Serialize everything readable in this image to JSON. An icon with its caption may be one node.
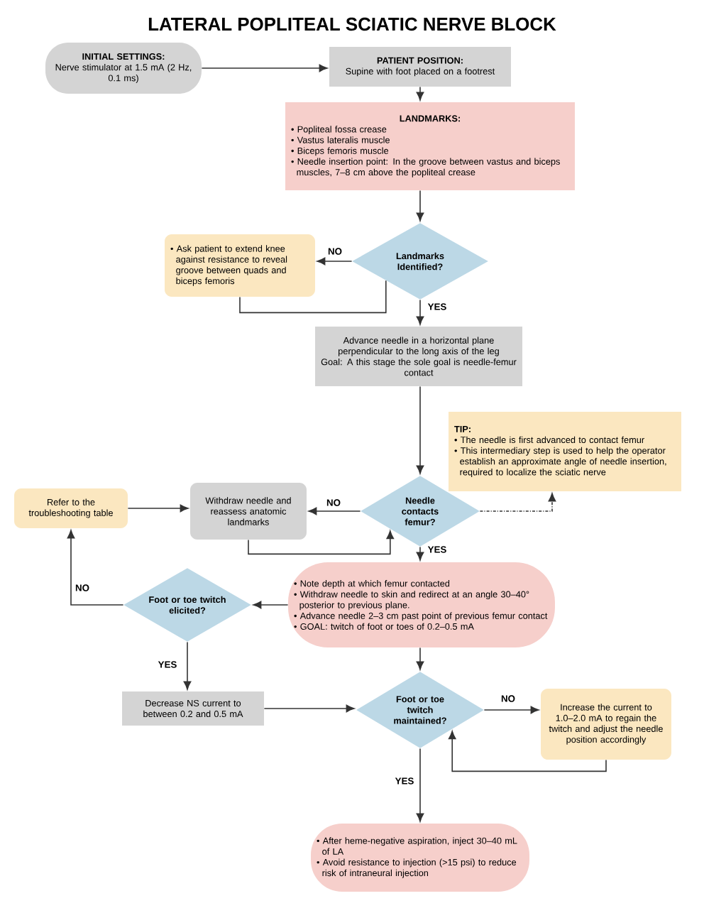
{
  "diagram": {
    "title": "LATERAL POPLITEAL SCIATIC NERVE BLOCK",
    "nodes": [
      {
        "text": [
          "INITIAL SETTINGS:",
          "Nerve stimulator at 1.5 mA (2 Hz, 0.1 ms)"
        ]
      },
      {
        "text": [
          "PATIENT POSITION:",
          "Supine with foot placed on a footrest"
        ]
      },
      {
        "text": [
          "LANDMARKS:",
          "• Popliteal fossa crease",
          "• Vastus lateralis muscle",
          "• Biceps femoris muscle",
          "• Needle insertion point: In the groove between vastus and biceps muscles, 7–8  cm above the popliteal crease"
        ]
      },
      {
        "text": [
          "Landmarks Identified?"
        ]
      },
      {
        "text": [
          "• Ask patient to extend knee against resistance to reveal groove between quads and biceps femoris"
        ]
      },
      {
        "text": [
          "Advance needle in a horizontal plane perpendicular to the long axis of the leg",
          "Goal: A this stage the sole goal is needle-femur contact"
        ]
      },
      {
        "text": [
          "TIP:",
          "• The needle is first advanced to contact femur",
          "• This intermediary step is used to help the operator establish an approximate angle of needle insertion, required to localize the sciatic nerve"
        ]
      },
      {
        "text": [
          "Needle contacts femur?"
        ]
      },
      {
        "text": [
          "Withdraw needle and reassess anatomic landmarks"
        ]
      },
      {
        "text": [
          "Refer to the troubleshooting table"
        ]
      },
      {
        "text": [
          "• Note depth at which femur contacted",
          "• Withdraw needle to skin and redirect at an angle 30–40° posterior to previous plane.",
          "• Advance needle 2–3 cm past point of previous femur contact",
          "• GOAL: twitch of foot or toes of 0.2–0.5 mA"
        ]
      },
      {
        "text": [
          "Foot or toe twitch elicited?"
        ]
      },
      {
        "text": [
          "Decrease NS current to between 0.2 and 0.5 mA"
        ]
      },
      {
        "text": [
          "Foot or toe twitch maintained?"
        ]
      },
      {
        "text": [
          "Increase the current to 1.0–2.0 mA to regain the twitch and adjust the needle position accordingly"
        ]
      },
      {
        "text": [
          "• After heme-negative aspiration, inject 30–40 mL of LA",
          "• Avoid resistance to injection (>15 psi) to reduce risk of intraneural injection"
        ]
      }
    ],
    "edges": [
      {
        "from": 0,
        "to": 1,
        "arrow": "to"
      },
      {
        "from": 1,
        "to": 2,
        "arrow": "to"
      },
      {
        "from": 2,
        "to": 3,
        "arrow": "to"
      },
      {
        "from": 3,
        "to": 4,
        "arrow": "to",
        "label": "NO"
      },
      {
        "from": 4,
        "to": 3,
        "arrow": "none"
      },
      {
        "from": 3,
        "to": 5,
        "arrow": "to",
        "label": "YES"
      },
      {
        "from": 5,
        "to": 7,
        "arrow": "to"
      },
      {
        "from": 7,
        "to": 6,
        "arrow": "to",
        "style": "dashed"
      },
      {
        "from": 7,
        "to": 8,
        "arrow": "to",
        "label": "NO"
      },
      {
        "from": 8,
        "to": 7,
        "arrow": "to"
      },
      {
        "from": 7,
        "to": 10,
        "arrow": "to",
        "label": "YES"
      },
      {
        "from": 9,
        "to": 8,
        "arrow": "to"
      },
      {
        "from": 10,
        "to": 11,
        "arrow": "to"
      },
      {
        "from": 11,
        "to": 9,
        "arrow": "to",
        "label": "NO"
      },
      {
        "from": 11,
        "to": 12,
        "arrow": "to",
        "label": "YES"
      },
      {
        "from": 12,
        "to": 13,
        "arrow": "to"
      },
      {
        "from": 10,
        "to": 13,
        "arrow": "to"
      },
      {
        "from": 13,
        "to": 14,
        "arrow": "to",
        "label": "NO"
      },
      {
        "from": 14,
        "to": 13,
        "arrow": "to"
      },
      {
        "from": 13,
        "to": 15,
        "arrow": "to",
        "label": "YES"
      }
    ]
  }
}
